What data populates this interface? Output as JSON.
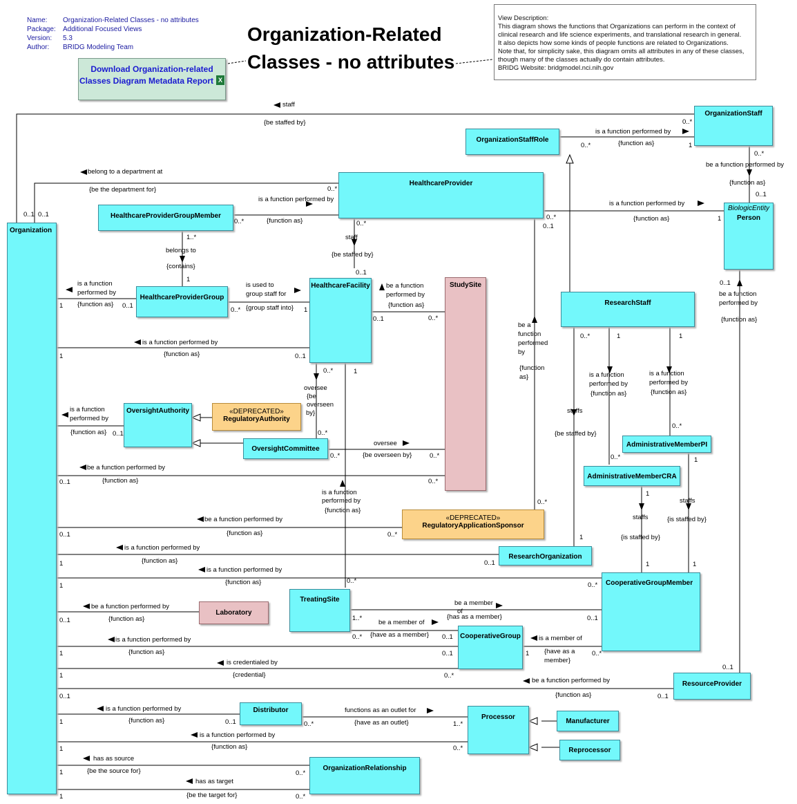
{
  "header": {
    "name_key": "Name:",
    "name_val": "Organization-Related Classes - no attributes",
    "package_key": "Package:",
    "package_val": "Additional Focused Views",
    "version_key": "Version:",
    "version_val": "5.3",
    "author_key": "Author:",
    "author_val": "BRIDG Modeling Team"
  },
  "title": {
    "line1": "Organization-Related",
    "line2": "Classes - no attributes"
  },
  "note": {
    "lines": [
      "View Description:",
      "This diagram shows the functions that Organizations can perform in the context of",
      "clinical research and life science experiments, and translational research in general.",
      "It also depicts how some kinds of people functions are related to Organizations.",
      "Note that, for simplicity sake, this diagram omits all attributes in any of these classes,",
      "though many of the classes actually do contain attributes.",
      "BRIDG Website:  bridgmodel.nci.nih.gov"
    ]
  },
  "download": {
    "label": "Download Organization-related Classes Diagram Metadata Report",
    "icon": "excel-icon"
  },
  "classes": {
    "organization": "Organization",
    "organization_staff": "OrganizationStaff",
    "organization_staff_role": "OrganizationStaffRole",
    "healthcare_provider": "HealthcareProvider",
    "healthcare_provider_group_member": "HealthcareProviderGroupMember",
    "healthcare_provider_group": "HealthcareProviderGroup",
    "healthcare_facility": "HealthcareFacility",
    "study_site": "StudySite",
    "person_stereotype": "BiologicEntity",
    "person": "Person",
    "research_staff": "ResearchStaff",
    "oversight_authority": "OversightAuthority",
    "regulatory_authority_stereo": "«DEPRECATED»",
    "regulatory_authority": "RegulatoryAuthority",
    "oversight_committee": "OversightCommittee",
    "administrative_member_pi": "AdministrativeMemberPI",
    "administrative_member_cra": "AdministrativeMemberCRA",
    "regulatory_application_sponsor_stereo": "«DEPRECATED»",
    "regulatory_application_sponsor": "RegulatoryApplicationSponsor",
    "research_organization": "ResearchOrganization",
    "cooperative_group_member": "CooperativeGroupMember",
    "treating_site": "TreatingSite",
    "laboratory": "Laboratory",
    "cooperative_group": "CooperativeGroup",
    "resource_provider": "ResourceProvider",
    "distributor": "Distributor",
    "processor": "Processor",
    "manufacturer": "Manufacturer",
    "reprocessor": "Reprocessor",
    "organization_relationship": "OrganizationRelationship"
  },
  "labels": [
    "staff",
    "{be staffed by}",
    "0..*",
    "0..1",
    "0..1",
    "is a function performed by",
    "{function as}",
    "0..*",
    "1",
    "0..*",
    "be a function performed by",
    "{function as}",
    "0..1",
    "belong to a department at",
    "{be the department for}",
    "0..*",
    "is a function performed by",
    "{function as}",
    "0..*",
    "1",
    "is a function performed by",
    "{function as}",
    "0..*",
    "0..1",
    "1..*",
    "belongs to",
    "{contains}",
    "1",
    "0..*",
    "staff",
    "{be staffed by}",
    "0..1",
    "is a function",
    "performed by",
    "{function as}",
    "1",
    "0..1",
    "is used to",
    "group staff for",
    "{group staff into}",
    "0..*",
    "1",
    "be a function",
    "performed by",
    "{function as}",
    "0..1",
    "0..*",
    "be a",
    "function",
    "performed",
    "by",
    "{function",
    "as}",
    "0..1",
    "be a function",
    "performed by",
    "{function as}",
    "is a function performed by",
    "{function as}",
    "1",
    "0..1",
    "0..*",
    "1",
    "0..*",
    "1",
    "1",
    "is a function",
    "performed by",
    "{function as}",
    "is a function",
    "performed by",
    "{function as}",
    "oversee",
    "{be",
    "overseen",
    "by}",
    "is a function",
    "performed by",
    "{function as}",
    "0..1",
    "0..*",
    "0..*",
    "oversee",
    "{be overseen by}",
    "0..*",
    "staffs",
    "{be staffed by}",
    "0..*",
    "1",
    "0..*",
    "be a function performed by",
    "{function as}",
    "0..1",
    "0..*",
    "is a function",
    "performed by",
    "{function as}",
    "0..*",
    "1",
    "staffs",
    "{is staffed by}",
    "staffs",
    "{is staffed by}",
    "1",
    "1",
    "be a function performed by",
    "{function as}",
    "0..1",
    "0..*",
    "is a function performed by",
    "{function as}",
    "1",
    "0..1",
    "1",
    "is a function performed by",
    "{function as}",
    "1",
    "0..*",
    "0..*",
    "be a function performed by",
    "{function as}",
    "0..1",
    "be a member",
    "of",
    "{has as a member}",
    "0..1",
    "1..*",
    "be a member of",
    "0..*",
    "{have as a member}",
    "0..1",
    "is a function performed by",
    "{function as}",
    "1",
    "0..1",
    "is a member of",
    "{have as a",
    "member}",
    "1",
    "0..*",
    "is credentialed by",
    "{credential}",
    "1",
    "0..*",
    "be a function performed by",
    "{function as}",
    "0..1",
    "0..1",
    "0..1",
    "is a function performed by",
    "{function as}",
    "1",
    "0..1",
    "functions as an outlet for",
    "{have as an outlet}",
    "0..*",
    "1..*",
    "is a function performed by",
    "{function as}",
    "1",
    "0..*",
    "has as source",
    "{be the source for}",
    "1",
    "0..*",
    "has as target",
    "{be the target for}",
    "1",
    "0..*"
  ]
}
